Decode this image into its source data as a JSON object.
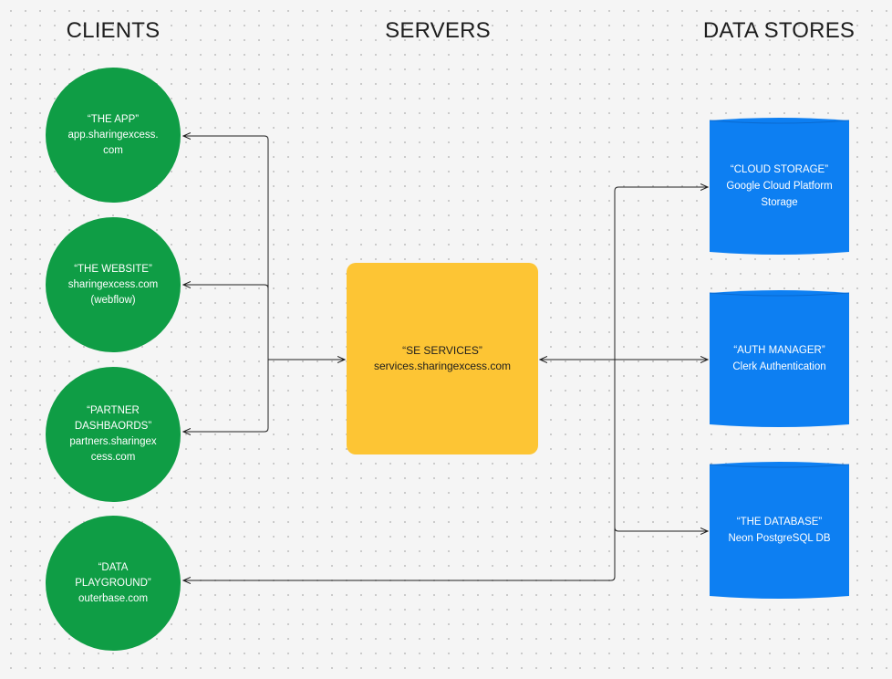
{
  "headings": {
    "clients": "CLIENTS",
    "servers": "SERVERS",
    "data_stores": "DATA STORES"
  },
  "clients": [
    {
      "name": "“THE APP”",
      "lines": [
        "app.sharingexcess.",
        "com"
      ]
    },
    {
      "name": "“THE WEBSITE”",
      "lines": [
        "sharingexcess.com",
        "(webflow)"
      ]
    },
    {
      "name": "“PARTNER DASHBAORDS”",
      "lines": [
        "partners.sharingex",
        "cess.com"
      ]
    },
    {
      "name": "“DATA PLAYGROUND”",
      "lines": [
        "outerbase.com"
      ]
    }
  ],
  "server": {
    "name": "“SE SERVICES”",
    "url": "services.sharingexcess.com"
  },
  "data_stores": [
    {
      "name": "“CLOUD STORAGE”",
      "lines": [
        "Google Cloud Platform",
        "Storage"
      ]
    },
    {
      "name": "“AUTH MANAGER”",
      "lines": [
        "Clerk Authentication"
      ]
    },
    {
      "name": "“THE DATABASE”",
      "lines": [
        "Neon PostgreSQL DB"
      ]
    }
  ],
  "colors": {
    "client_fill": "#0f9d45",
    "server_fill": "#fdc534",
    "store_fill": "#0d7ff2",
    "line": "#1e1e1e"
  }
}
